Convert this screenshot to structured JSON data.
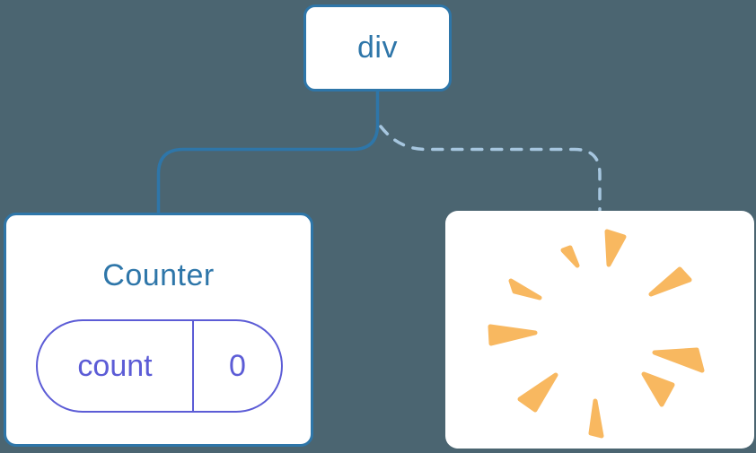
{
  "colors": {
    "background": "#4B6571",
    "card": "#FFFFFF",
    "steel": "#2E76A9",
    "dashed_line": "#A6C6DF",
    "purple": "#5C5CD6",
    "orange": "#F8B860"
  },
  "tree": {
    "root": {
      "label": "div"
    },
    "left_child": {
      "title": "Counter",
      "state": {
        "key": "count",
        "value": "0"
      },
      "connector_style": "solid"
    },
    "right_child": {
      "icon": "poof-starburst-icon",
      "connector_style": "dashed"
    }
  }
}
